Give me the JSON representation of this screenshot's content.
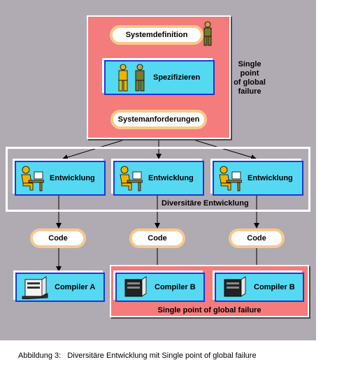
{
  "nodes": {
    "systemdefinition": "Systemdefinition",
    "spezifizieren": "Spezifizieren",
    "systemanforderungen": "Systemanforderungen",
    "entwicklung_1": "Entwicklung",
    "entwicklung_2": "Entwicklung",
    "entwicklung_3": "Entwicklung",
    "code_1": "Code",
    "code_2": "Code",
    "code_3": "Code",
    "compiler_a": "Compiler A",
    "compiler_b_1": "Compiler B",
    "compiler_b_2": "Compiler B"
  },
  "labels": {
    "spof_top": "Single\npoint\nof global\nfailure",
    "diversitaere": "Diversitäre Entwicklung",
    "spof_bottom": "Single point of global failure"
  },
  "caption": "Abbildung 3:   Diversitäre Entwicklung mit Single point of global failure",
  "colors": {
    "background": "#b0aab2",
    "red_frame": "#f47c7c",
    "box": "#55d8f2",
    "box_border": "#1a38d8",
    "pill_border": "#f8c98a"
  },
  "icons": [
    "person-icon",
    "developer-at-desk-icon",
    "computer-tower-icon"
  ]
}
